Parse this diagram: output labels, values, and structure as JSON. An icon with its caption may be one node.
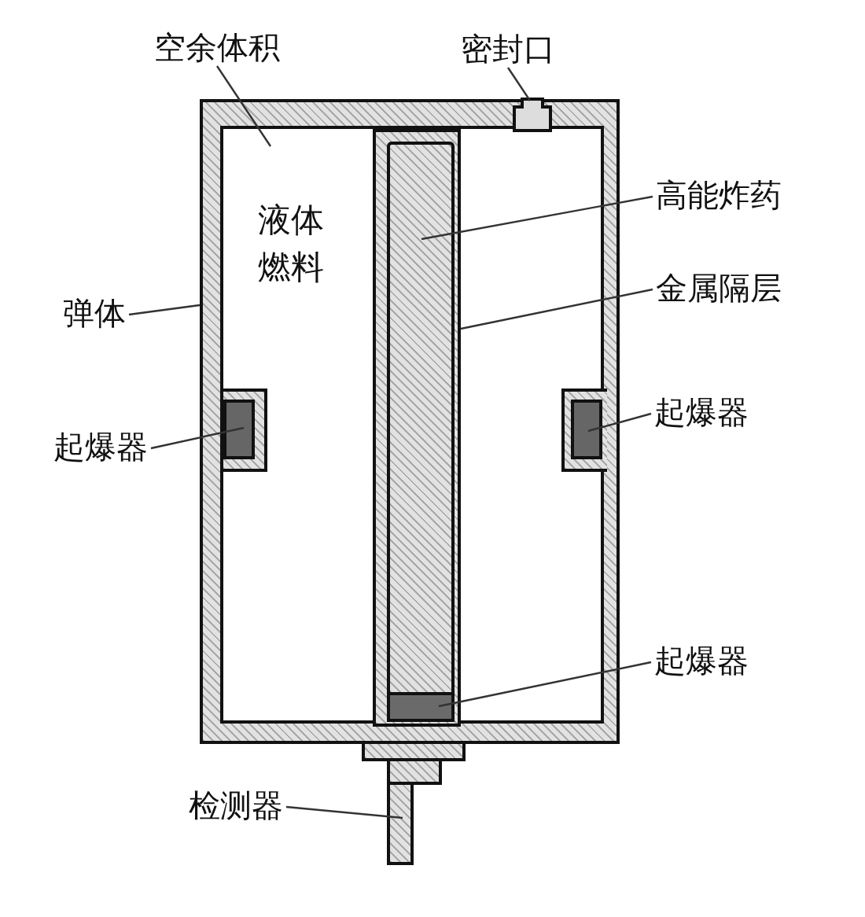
{
  "diagram": {
    "nodes": [
      {
        "text": [],
        "shape": "box"
      },
      {
        "text": [],
        "shape": "box",
        "in": 0
      },
      {
        "text": [],
        "shape": "box",
        "in": 1
      },
      {
        "text": [],
        "shape": "bar",
        "in": 2
      },
      {
        "text": [],
        "shape": "box",
        "in": 3
      },
      {
        "text": [],
        "shape": "box",
        "in": 1
      },
      {
        "text": [],
        "shape": "box",
        "in": 1
      },
      {
        "text": [],
        "shape": "box",
        "in": 0
      },
      {
        "text": [],
        "shape": "bar"
      },
      {
        "text": [
          "空余体积"
        ]
      },
      {
        "text": [
          "密封口"
        ]
      },
      {
        "text": [
          "高能炸药"
        ]
      },
      {
        "text": [
          "金属隔层"
        ]
      },
      {
        "text": [
          "弹体"
        ]
      },
      {
        "text": [
          "起爆器"
        ]
      },
      {
        "text": [
          "起爆器"
        ]
      },
      {
        "text": [
          "起爆器"
        ]
      },
      {
        "text": [
          "检测器"
        ]
      }
    ],
    "edges": [
      {
        "from": 9,
        "to": 1,
        "arrow": "none"
      },
      {
        "from": 10,
        "to": 7,
        "arrow": "none"
      },
      {
        "from": 11,
        "to": 3,
        "arrow": "none"
      },
      {
        "from": 12,
        "to": 2,
        "arrow": "none"
      },
      {
        "from": 13,
        "to": 0,
        "arrow": "none"
      },
      {
        "from": 14,
        "to": 5,
        "arrow": "none"
      },
      {
        "from": 15,
        "to": 6,
        "arrow": "none"
      },
      {
        "from": 16,
        "to": 4,
        "arrow": "none"
      },
      {
        "from": 17,
        "to": 8,
        "arrow": "none"
      }
    ],
    "labels": [
      "液体燃料"
    ]
  }
}
